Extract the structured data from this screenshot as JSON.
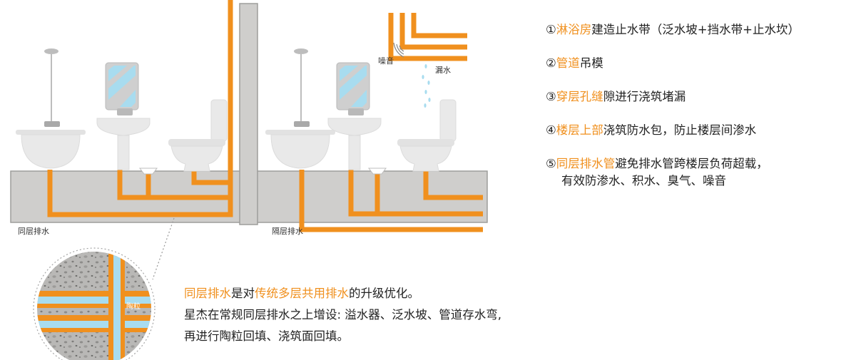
{
  "labels": {
    "same_floor": "同层排水",
    "cross_floor": "隔层排水",
    "noise": "噪音",
    "leak": "漏水",
    "ceramsite": "陶粒"
  },
  "features": [
    {
      "num": "①",
      "highlight": "淋浴房",
      "text": "建造止水带（泛水坡+挡水带+止水坎）"
    },
    {
      "num": "②",
      "highlight": "管道",
      "text": "吊模"
    },
    {
      "num": "③",
      "highlight": "穿层孔缝",
      "text": "隙进行浇筑堵漏"
    },
    {
      "num": "④",
      "highlight": "楼层上部",
      "text": "浇筑防水包，防止楼层间渗水"
    },
    {
      "num": "⑤",
      "highlight": "同层排水管",
      "text": "避免排水管跨楼层负荷超载，",
      "text2": "有效防渗水、积水、臭气、噪音"
    }
  ],
  "summary": {
    "line1": {
      "h1": "同层排水",
      "t1": "是对",
      "h2": "传统多层共用排水",
      "t2": "的升级优化。"
    },
    "line2": "星杰在常规同层排水之上增设: 溢水器、泛水坡、管道存水弯,",
    "line3": "再进行陶粒回填、浇筑面回填。"
  },
  "colors": {
    "pipe": "#f0901e",
    "slab": "#cfcecc",
    "fixture": "#e9e9e9",
    "water": "#a8dcef"
  }
}
